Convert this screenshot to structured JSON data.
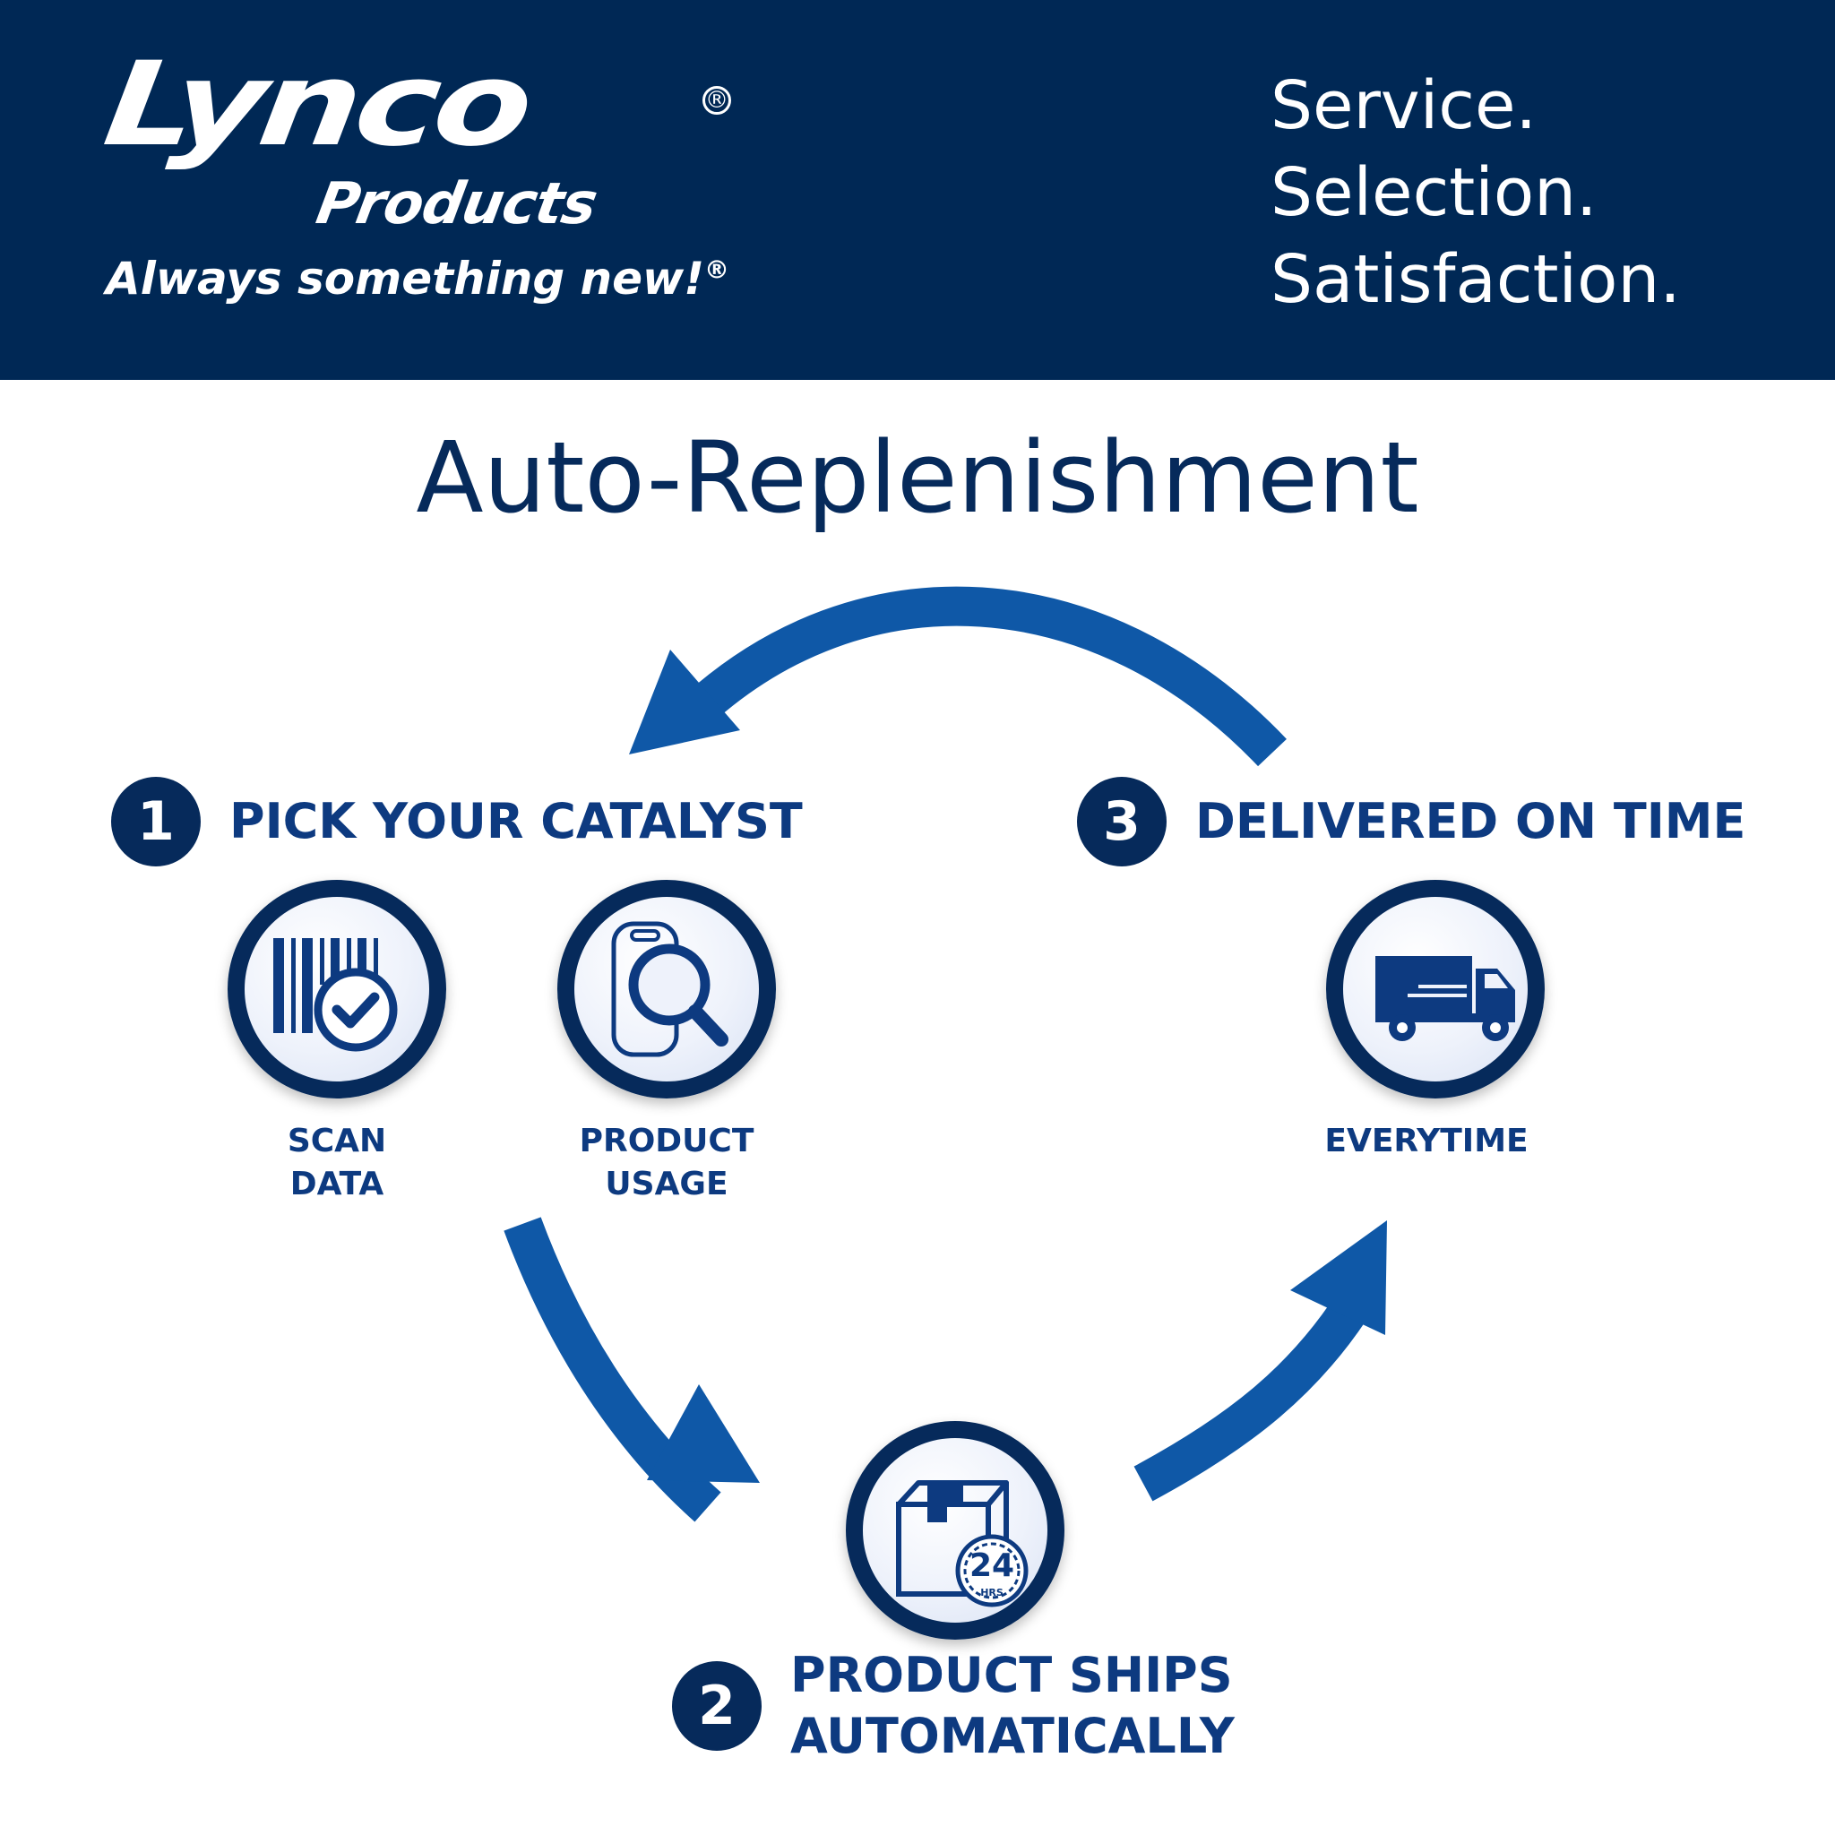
{
  "header": {
    "logo_main": "Lynco",
    "logo_sub": "Products",
    "registered_mark": "®",
    "tagline": "Always something new!",
    "slogan": [
      "Service.",
      "Selection.",
      "Satisfaction."
    ]
  },
  "title": "Auto-Replenishment",
  "steps": [
    {
      "number": "1",
      "label_lines": [
        "PICK YOUR CATALYST"
      ]
    },
    {
      "number": "2",
      "label_lines": [
        "PRODUCT SHIPS",
        "AUTOMATICALLY"
      ]
    },
    {
      "number": "3",
      "label_lines": [
        "DELIVERED ON TIME"
      ]
    }
  ],
  "icons": {
    "scan": {
      "icon": "barcode-check-icon",
      "caption_lines": [
        "SCAN",
        "DATA"
      ]
    },
    "usage": {
      "icon": "product-magnifier-icon",
      "caption_lines": [
        "PRODUCT",
        "USAGE"
      ]
    },
    "ship": {
      "icon": "box-24hrs-icon",
      "badge_number": "24",
      "badge_text": "HRS"
    },
    "delivery": {
      "icon": "truck-icon",
      "caption_lines": [
        "EVERYTIME"
      ]
    }
  },
  "colors": {
    "navy": "#002855",
    "text_blue": "#0d3a80",
    "arrow_blue": "#0f58a7"
  }
}
